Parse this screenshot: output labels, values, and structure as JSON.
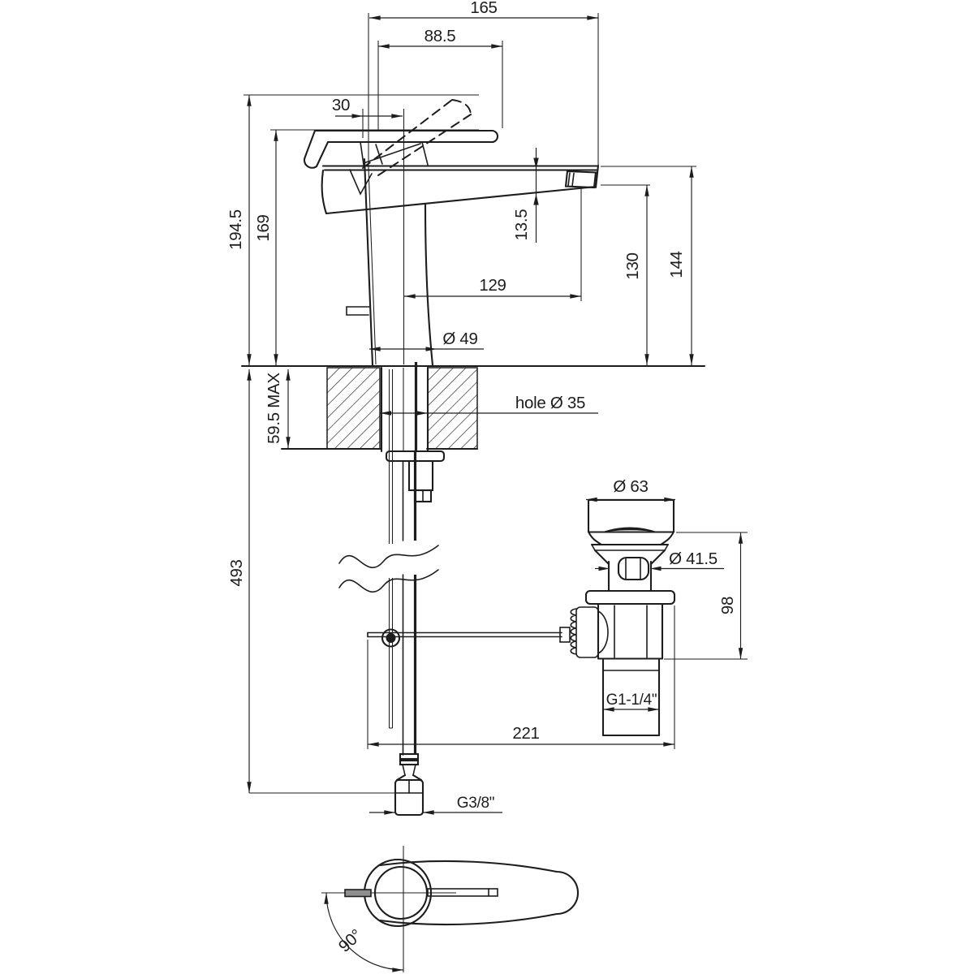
{
  "dimensions": {
    "top": {
      "overall_projection": "165",
      "handle_projection": "88.5",
      "handle_offset": "30"
    },
    "heights": {
      "max_height_open_handle": "194.5",
      "handle_height": "169",
      "spout_tip_thickness": "13.5",
      "spout_reach": "129",
      "spout_outlet_height": "130",
      "spout_top_height": "144",
      "base_diameter": "Ø 49"
    },
    "deck": {
      "max_deck_thickness": "59.5 MAX",
      "hole_label": "hole  Ø 35"
    },
    "below_deck": {
      "supply_hose_length": "493",
      "linkage_reach": "221",
      "supply_thread": "G3/8\""
    },
    "drain": {
      "flange_diameter": "Ø 63",
      "body_diameter": "Ø 41.5",
      "drain_height": "98",
      "drain_thread": "G1-1/4\""
    },
    "bottom_view": {
      "handle_swing_angle": "90°"
    }
  }
}
